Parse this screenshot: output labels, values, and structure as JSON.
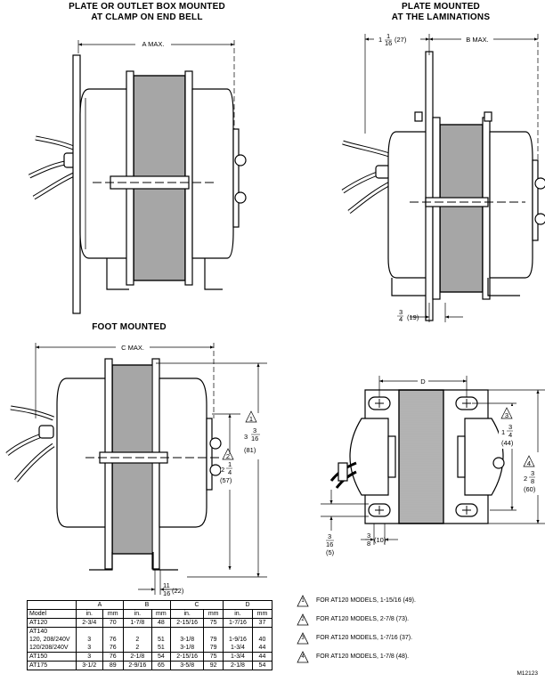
{
  "titles": {
    "clamp_line1": "PLATE OR OUTLET BOX MOUNTED",
    "clamp_line2": "AT CLAMP ON END BELL",
    "lam_line1": "PLATE MOUNTED",
    "lam_line2": "AT THE LAMINATIONS",
    "foot": "FOOT MOUNTED"
  },
  "dims": {
    "a_max": "A MAX.",
    "b_max": "B MAX.",
    "c_max": "C MAX.",
    "d": "D",
    "one_frac_num": "1",
    "one_frac": "1",
    "sixteenth": "16",
    "mm_27": "(27)",
    "three": "3",
    "four": "4",
    "mm_19": "(19)",
    "two": "2",
    "one": "1",
    "mm_57": "(57)",
    "three_b": "3",
    "three_c": "3",
    "sixteen_b": "16",
    "mm_81": "(81)",
    "eleven": "11",
    "sixteen_c": "16",
    "mm_22": "(22)",
    "mm_44": "(44)",
    "two_b": "2",
    "three_d": "3",
    "eight": "8",
    "mm_60": "(60)",
    "three_e": "3",
    "eight_b": "8",
    "mm_10": "(10)",
    "three_f": "3",
    "sixteen_d": "16",
    "mm_5": "(5)",
    "one_b": "1",
    "three_g": "3",
    "four_b": "4",
    "tri1": "1",
    "tri2": "2",
    "tri3": "3",
    "tri4": "4"
  },
  "table": {
    "groups": [
      "A",
      "B",
      "C",
      "D"
    ],
    "header": [
      "Model",
      "in.",
      "mm",
      "in.",
      "mm",
      "in.",
      "mm",
      "in.",
      "mm"
    ],
    "rows": [
      [
        "AT120",
        "2-3/4",
        "70",
        "1-7/8",
        "48",
        "2-15/16",
        "75",
        "1-7/16",
        "37"
      ],
      [
        "AT140",
        "",
        "",
        "",
        "",
        "",
        "",
        "",
        ""
      ],
      [
        "120, 208/240V",
        "3",
        "76",
        "2",
        "51",
        "3-1/8",
        "79",
        "1-9/16",
        "40"
      ],
      [
        "120/208/240V",
        "3",
        "76",
        "2",
        "51",
        "3-1/8",
        "79",
        "1-3/4",
        "44"
      ],
      [
        "AT150",
        "3",
        "76",
        "2-1/8",
        "54",
        "2-15/16",
        "75",
        "1-3/4",
        "44"
      ],
      [
        "AT175",
        "3-1/2",
        "89",
        "2-9/16",
        "65",
        "3-5/8",
        "92",
        "2-1/8",
        "54"
      ]
    ]
  },
  "notes": [
    {
      "num": "1",
      "text": "FOR AT120 MODELS, 1-15/16 (49)."
    },
    {
      "num": "2",
      "text": "FOR AT120 MODELS, 2-7/8 (73)."
    },
    {
      "num": "3",
      "text": "FOR AT120 MODELS, 1-7/16 (37)."
    },
    {
      "num": "4",
      "text": "FOR AT120 MODELS, 1-7/8 (48)."
    }
  ],
  "figure_code": "M12123"
}
